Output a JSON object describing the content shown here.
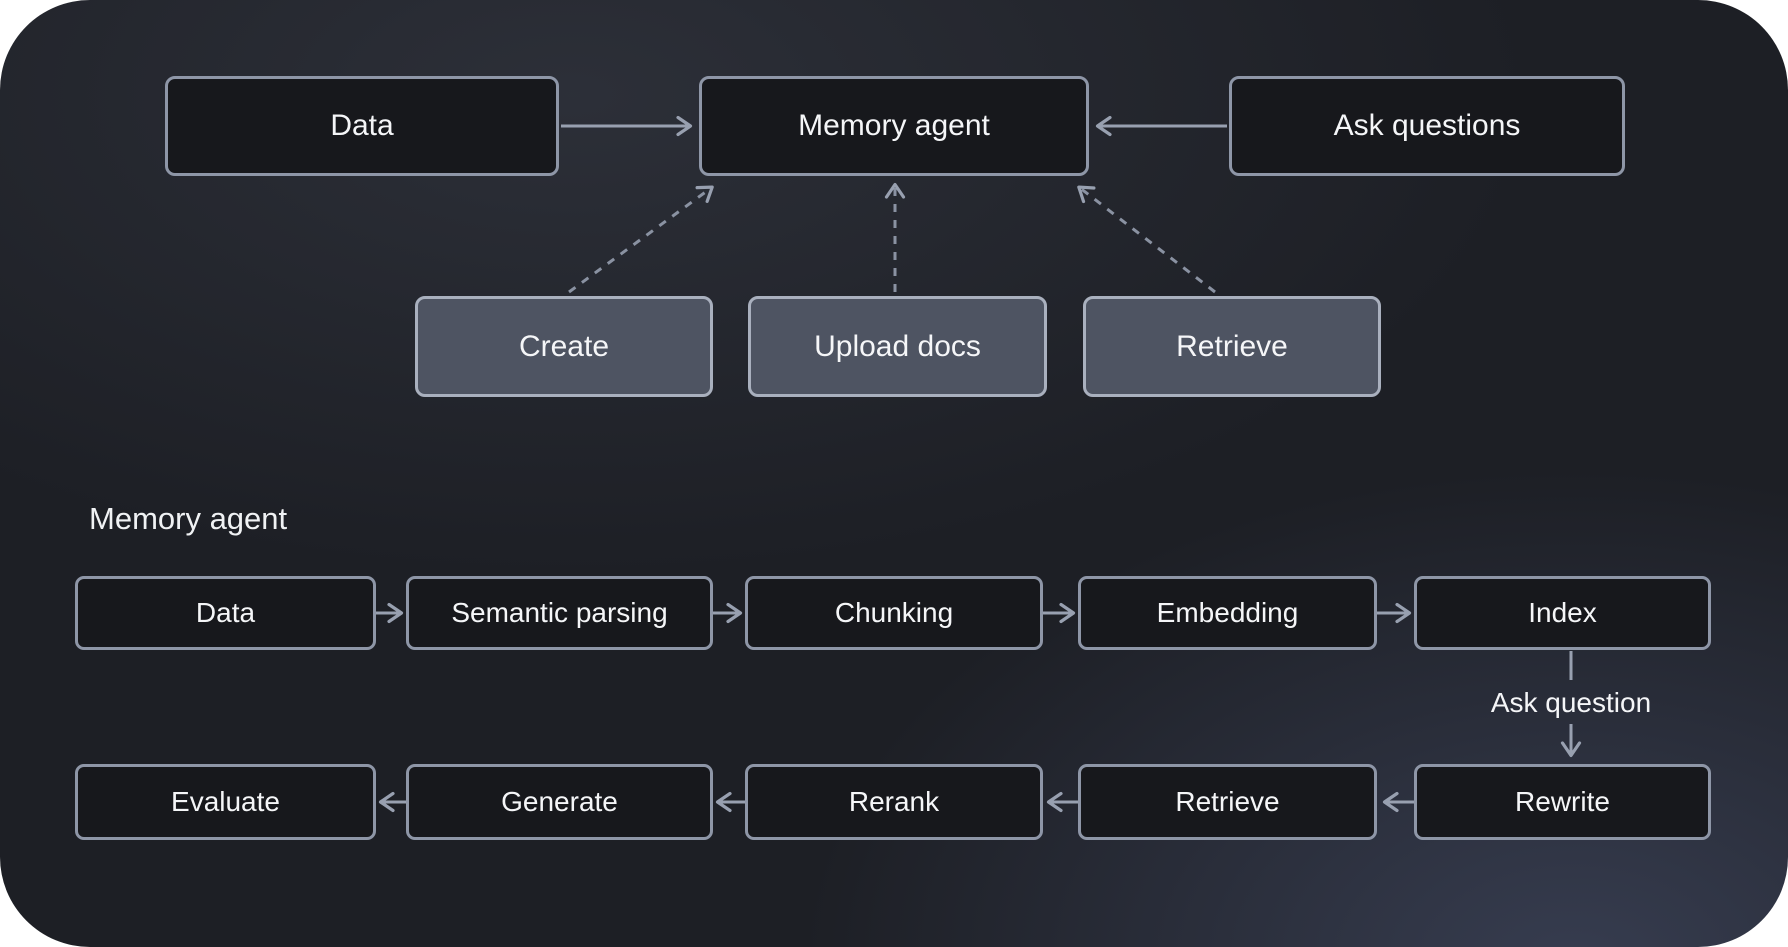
{
  "overview": {
    "data_label": "Data",
    "memory_agent_label": "Memory agent",
    "ask_questions_label": "Ask questions",
    "create_label": "Create",
    "upload_docs_label": "Upload docs",
    "retrieve_label": "Retrieve"
  },
  "detail": {
    "section_title": "Memory agent",
    "ingest_pipeline": [
      "Data",
      "Semantic parsing",
      "Chunking",
      "Embedding",
      "Index"
    ],
    "answer_pipeline": [
      "Evaluate",
      "Generate",
      "Rerank",
      "Retrieve",
      "Rewrite"
    ],
    "edge_label": "Ask question"
  },
  "colors": {
    "canvas_background": "#1d1f25",
    "node_fill": "#17181c",
    "node_border": "#8e96a7",
    "action_fill": "#4e5462",
    "action_border": "#a9b0be",
    "arrow": "#98a0b0",
    "dashed_arrow": "#8a92a2",
    "text": "#f5f6f8"
  }
}
